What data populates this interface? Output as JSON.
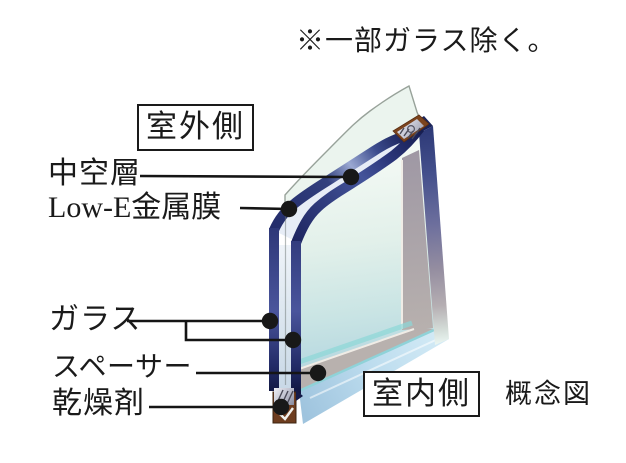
{
  "note": "※一部ガラス除く。",
  "labels": {
    "outdoor_side": "室外側",
    "air_layer": "中空層",
    "low_e_film": "Low-E金属膜",
    "glass": "ガラス",
    "spacer": "スペーサー",
    "desiccant": "乾燥剤",
    "indoor_side": "室内側",
    "caption": "概念図"
  },
  "colors": {
    "glass_edge_navy": "#232c6a",
    "glass_face_teal": "#bcdce2",
    "spacer_frame_gray": "#a9a2ab",
    "spacer_brown": "#7c441e",
    "right_edge_top_navy": "#2c3876",
    "bottom_edge_blue": "#bcdcee",
    "leader_line_black": "#151515"
  }
}
